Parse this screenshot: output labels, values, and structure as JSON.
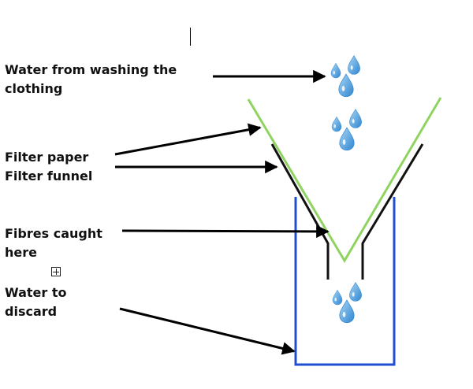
{
  "labels": {
    "water_washing": [
      "Water from washing the",
      "clothing"
    ],
    "filter_paper": "Filter paper",
    "filter_funnel": "Filter funnel",
    "fibres": [
      "Fibres caught",
      "here"
    ],
    "water_discard": [
      "Water to",
      "discard"
    ]
  },
  "colors": {
    "filter_paper": "#8fd460",
    "funnel": "#111111",
    "beaker": "#1f4fd0",
    "arrow": "#000000",
    "droplet_light": "#a9d6f5",
    "droplet_dark": "#2f86d0"
  },
  "icons": [
    "water-droplet-icon",
    "move-handle-icon"
  ]
}
